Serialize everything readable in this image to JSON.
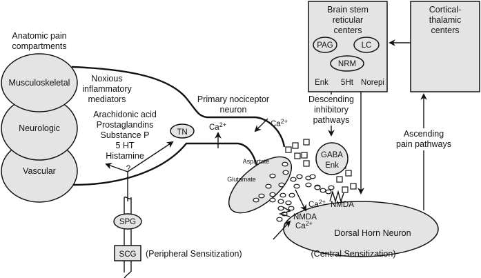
{
  "diagram": {
    "compartments": {
      "heading": [
        "Anatomic pain",
        "compartments"
      ],
      "items": [
        "Musculoskeletal",
        "Neurologic",
        "Vascular"
      ]
    },
    "mediators": {
      "heading": [
        "Noxious",
        "inflammatory",
        "mediators"
      ],
      "list": [
        "Arachidonic acid",
        "Prostaglandins",
        "Substance P",
        "5 HT",
        "Histamine"
      ],
      "question_mark": "?"
    },
    "tn_label": "TN",
    "primary_neuron": [
      "Primary nociceptor",
      "neuron"
    ],
    "calcium": {
      "base": "Ca",
      "sup": "2+"
    },
    "terminal": {
      "aspartate": "Aspartate",
      "glutamate": "Glutamate"
    },
    "ganglia": {
      "spg": "SPG",
      "scg": "SCG"
    },
    "peripheral_sensitization": "(Peripheral Sensitization)",
    "brainstem": {
      "title": [
        "Brain stem",
        "reticular",
        "centers"
      ],
      "nuclei": [
        "PAG",
        "LC",
        "NRM"
      ],
      "transmitters": [
        "Enk",
        "5Ht",
        "Norepi"
      ]
    },
    "cortical": {
      "title": [
        "Cortical-",
        "thalamic",
        "centers"
      ]
    },
    "descending": [
      "Descending",
      "inhibitory",
      "pathways"
    ],
    "ascending": [
      "Ascending",
      "pain pathways"
    ],
    "interneuron": [
      "GABA",
      "Enk"
    ],
    "receptor": "NMDA",
    "dorsal_horn": "Dorsal Horn Neuron",
    "central_sensitization": "(Central Sensitization)"
  }
}
